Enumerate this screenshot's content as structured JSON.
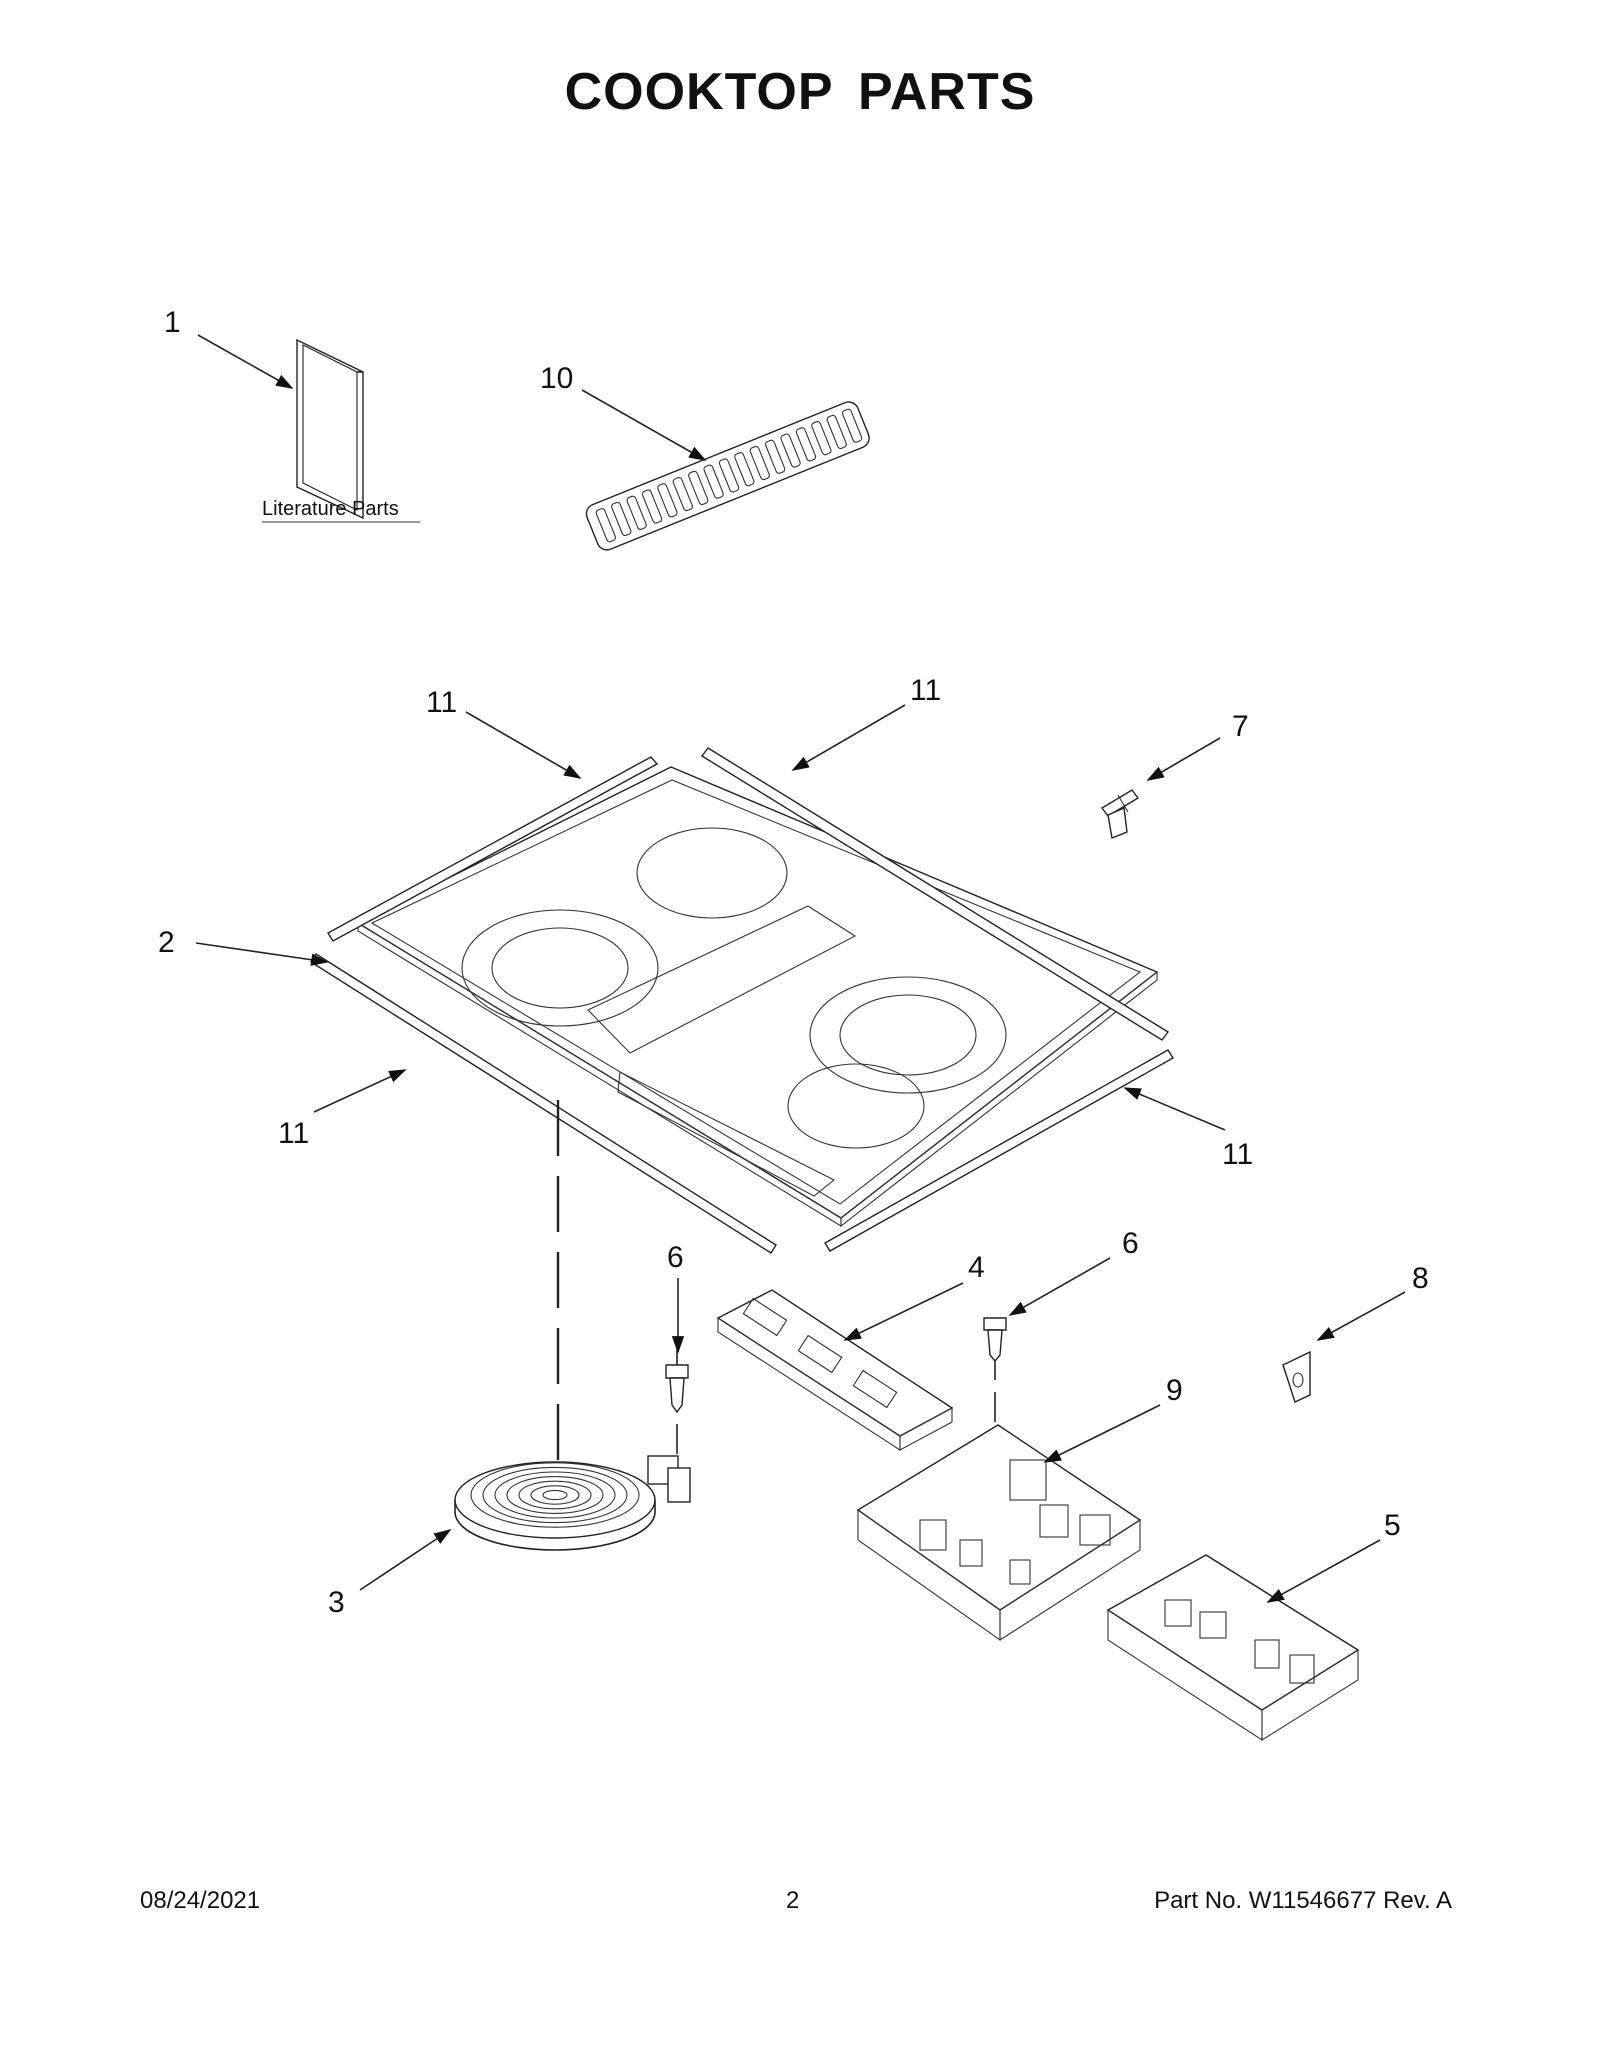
{
  "page": {
    "title": "COOKTOP PARTS",
    "footer": {
      "date": "08/24/2021",
      "page_number": "2",
      "part_number": "Part No.  W11546677  Rev.  A"
    }
  },
  "diagram": {
    "literature_label": "Literature Parts",
    "callouts": {
      "c1": "1",
      "c10": "10",
      "c11a": "11",
      "c11b": "11",
      "c7": "7",
      "c2": "2",
      "c11c": "11",
      "c11d": "11",
      "c6a": "6",
      "c4": "4",
      "c6b": "6",
      "c8": "8",
      "c9": "9",
      "c5": "5",
      "c3": "3"
    }
  }
}
